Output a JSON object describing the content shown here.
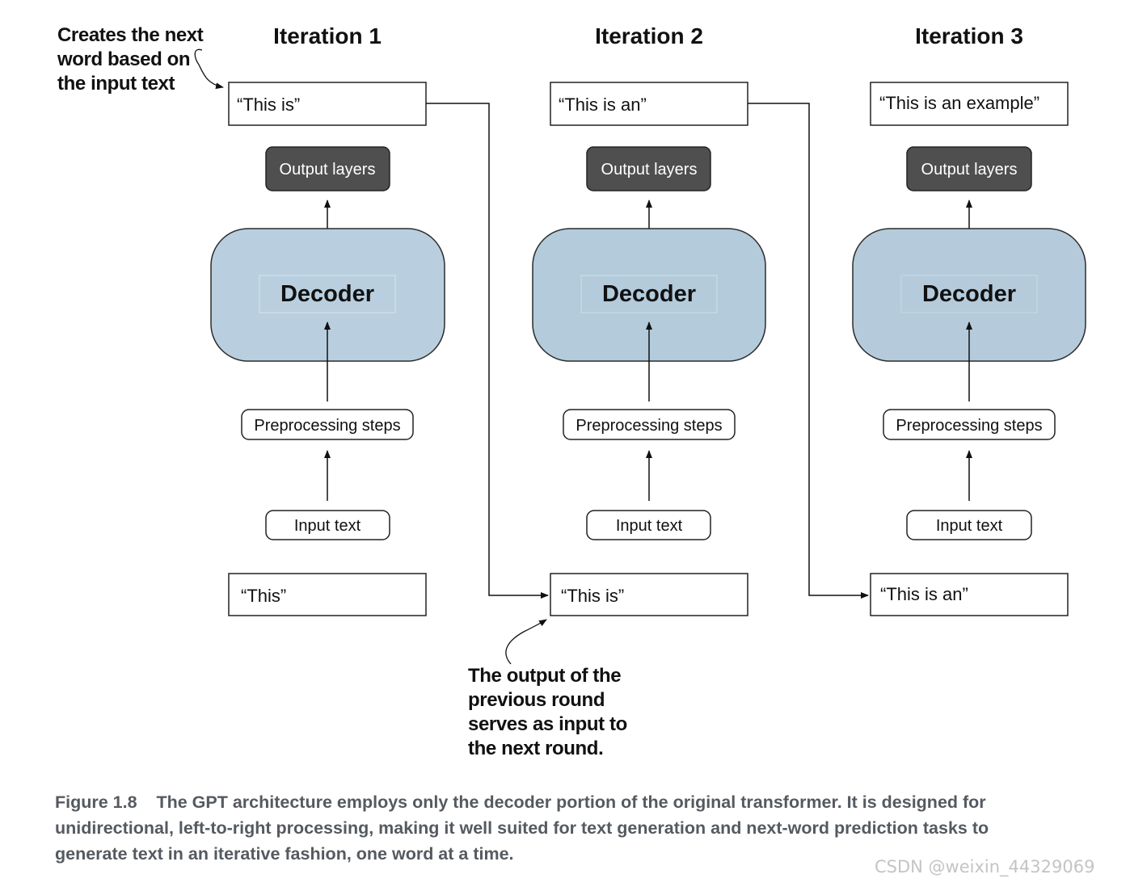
{
  "iterations": [
    {
      "title": "Iteration 1",
      "output_text": "“This is”",
      "output_layers_label": "Output layers",
      "decoder_label": "Decoder",
      "preprocessing_label": "Preprocessing steps",
      "input_label": "Input text",
      "input_text": "“This”"
    },
    {
      "title": "Iteration 2",
      "output_text": "“This is an”",
      "output_layers_label": "Output layers",
      "decoder_label": "Decoder",
      "preprocessing_label": "Preprocessing steps",
      "input_label": "Input text",
      "input_text": "“This is”"
    },
    {
      "title": "Iteration 3",
      "output_text": "“This is an example”",
      "output_layers_label": "Output layers",
      "decoder_label": "Decoder",
      "preprocessing_label": "Preprocessing steps",
      "input_label": "Input text",
      "input_text": "“This is an”"
    }
  ],
  "annotations": {
    "next_word": [
      "Creates the next",
      "word based on",
      "the input text"
    ],
    "feedback": [
      "The output of the",
      "previous round",
      "serves as input to",
      "the next round."
    ]
  },
  "caption": {
    "label": "Figure 1.8",
    "lines": [
      "The GPT architecture employs only the decoder portion of the original transformer. It is designed for",
      "unidirectional, left-to-right processing, making it well suited for text generation and next-word prediction tasks to",
      "generate text in an iterative fashion, one word at a time."
    ]
  },
  "watermark": "CSDN @weixin_44329069",
  "colors": {
    "decoder_fill": "#b9cfdf",
    "decoder_stroke": "#2b2b2b",
    "output_layers_fill": "#4f4f4f",
    "box_stroke": "#222222",
    "caption_text": "#555a60",
    "watermark_text": "#c4c4c4"
  }
}
